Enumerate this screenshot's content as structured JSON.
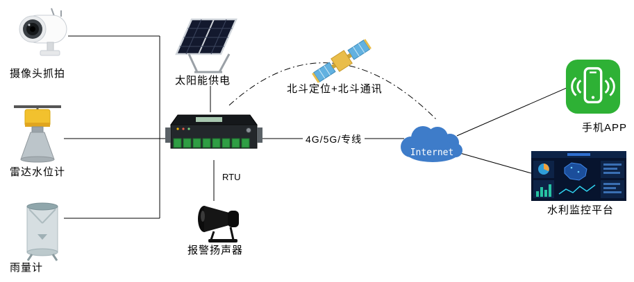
{
  "diagram": {
    "nodes": {
      "camera": {
        "label": "摄像头抓拍"
      },
      "radar": {
        "label": "雷达水位计"
      },
      "rain": {
        "label": "雨量计"
      },
      "solar": {
        "label": "太阳能供电"
      },
      "beidou": {
        "label": "北斗定位+北斗通讯"
      },
      "rtu": {
        "label": "RTU"
      },
      "speaker": {
        "label": "报警扬声器"
      },
      "internet": {
        "label": "Internet"
      },
      "phone": {
        "label": "手机APP"
      },
      "platform": {
        "label": "水利监控平台"
      }
    },
    "links": {
      "wan": {
        "label": "4G/5G/专线"
      }
    },
    "colors": {
      "cloud_blue": "#3E7CC9",
      "app_green": "#2EB135",
      "radar_yellow": "#F2C12E",
      "line_black": "#000000"
    }
  }
}
